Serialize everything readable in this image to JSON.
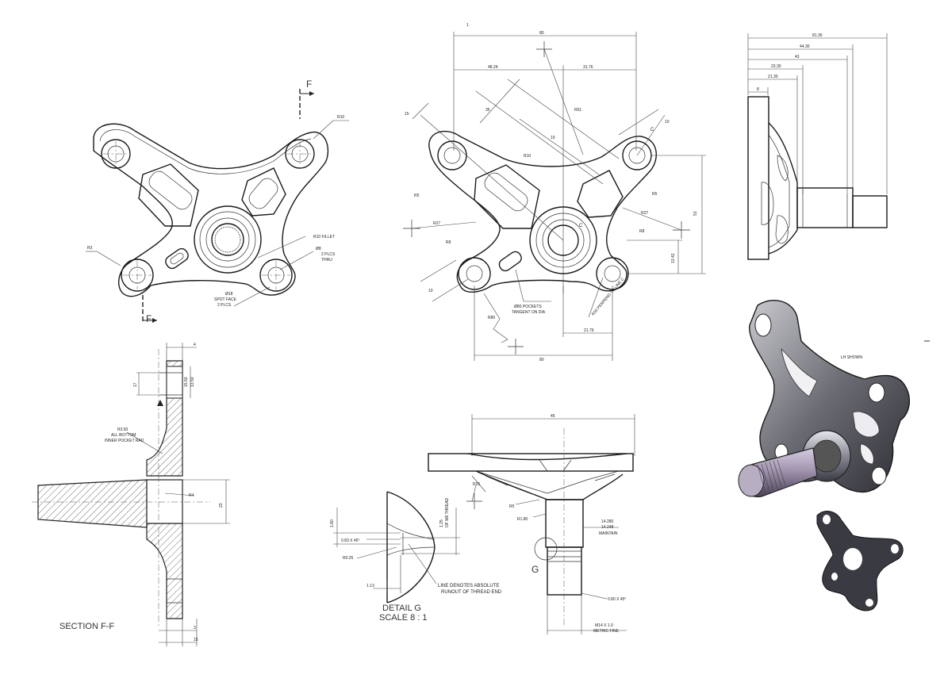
{
  "front_view": {
    "section_marker": "F",
    "r10": "R10",
    "r10_fillet": "R10 FILLET",
    "hole_dia": "Ø8",
    "hole_count": "2 PLCS",
    "hole_thru": "THRU",
    "r3": "R3",
    "spot_face_dia": "Ø18",
    "spot_face": "SPOT FACE",
    "spot_face_count": "2 PLCS"
  },
  "dim_view": {
    "top_label": "1",
    "overall_width": "80",
    "left_offset": "48.24",
    "right_offset": "31.76",
    "r51": "R51",
    "r10": "R10",
    "r5_left": "R5",
    "r5_right": "R5",
    "r27_left": "R27",
    "r27_right": "R27",
    "r8_left": "R8",
    "r8_right": "R8",
    "height_right": "51",
    "height_lower": "13.42",
    "pocket_dia": "Ø80 POCKETS",
    "pocket_note": "TANGENT ON DIA",
    "bottom_right": "21.76",
    "bottom_overall": "80",
    "r80": "R80",
    "slant_left_a": "15",
    "slant_left_b": "35",
    "slant_left_c": "10",
    "slant_right": "10",
    "center_mark": "C",
    "perp_note": "R30 PERPEND TO LINE C"
  },
  "side_view": {
    "d1": "81.30",
    "d2": "44.30",
    "d3": "43",
    "d4": "23.30",
    "d5": "21.30",
    "d6": "8"
  },
  "iso_view": {
    "label": "LH SHOWN"
  },
  "section_view": {
    "title": "SECTION F-F",
    "top_dim": "4",
    "dim_17": "17",
    "dim_1550": "15.50",
    "dim_1350": "13.50",
    "fillet_r": "R3.50",
    "fillet_note1": "ALL BOTTOM",
    "fillet_note2": "INNER POCKET RAD",
    "r4": "R4",
    "dim_23": "23",
    "bottom_3": "3",
    "bottom_15": "15"
  },
  "detail_view": {
    "d_180": "1.80",
    "chamfer": "0.83 X 45°",
    "r025": "R0.25",
    "d_113": "1.13",
    "d_125": "1.25",
    "thread_note": "OF M8 THREAD",
    "note1": "LINE DENOTES ABSOLUTE",
    "note2": "RUNOUT OF THREAD END",
    "title1": "DETAIL G",
    "title2": "SCALE 8 : 1"
  },
  "bottom_view": {
    "top_dim": "45",
    "r25": "R25",
    "r5": "R5",
    "r180": "R1.80",
    "d_14280": "14.280",
    "d_14248": "14.248",
    "maintain": "MAINTAIN",
    "detail_marker": "G",
    "chamfer": "0.80 X 45°",
    "thread1": "M14 X 1.0",
    "thread2": "METRIC FINE"
  }
}
